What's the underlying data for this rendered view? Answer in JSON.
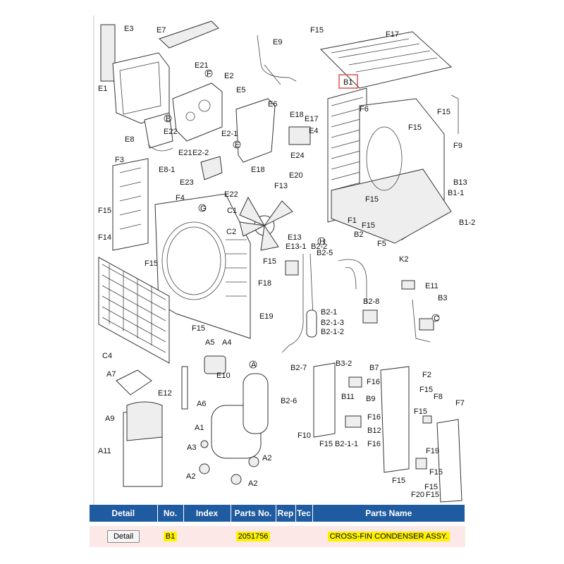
{
  "diagram": {
    "labels": {
      "E3": "E3",
      "E7": "E7",
      "E9": "E9",
      "F15a": "F15",
      "F17": "F17",
      "E21a": "E21",
      "E2": "E2",
      "E1": "E1",
      "E5": "E5",
      "B1": "B1",
      "E6": "E6",
      "E18a": "E18",
      "E17": "E17",
      "E4": "E4",
      "E2_1": "E2-1",
      "E8": "E8",
      "E22a": "E22",
      "E21b": "E21",
      "E2_2": "E2-2",
      "E24": "E24",
      "F6": "F6",
      "F15b": "F15",
      "F15c": "F15",
      "F9": "F9",
      "F3": "F3",
      "E8_1": "E8-1",
      "E18b": "E18",
      "E20": "E20",
      "E23": "E23",
      "E22b": "E22",
      "F13": "F13",
      "B13": "B13",
      "B1_1": "B1-1",
      "F4": "F4",
      "F15d": "F15",
      "C1": "C1",
      "F15e": "F15",
      "F1": "F1",
      "F15f": "F15",
      "B1_2": "B1-2",
      "F14": "F14",
      "C2": "C2",
      "B2": "B2",
      "F5": "F5",
      "E13": "E13",
      "E13_1": "E13-1",
      "B2_2": "B2-2",
      "B2_5": "B2-5",
      "K2": "K2",
      "F15g": "F15",
      "F15h": "F15",
      "F18": "F18",
      "E11": "E11",
      "B3": "B3",
      "E19": "E19",
      "B2_1": "B2-1",
      "B2_8": "B2-8",
      "B2_1_3": "B2-1-3",
      "B2_1_2": "B2-1-2",
      "F15i": "F15",
      "C4": "C4",
      "A5": "A5",
      "A4": "A4",
      "A7": "A7",
      "E10": "E10",
      "B2_7": "B2-7",
      "B3_2": "B3-2",
      "B7": "B7",
      "F2": "F2",
      "F16a": "F16",
      "E12": "E12",
      "B11": "B11",
      "B9": "B9",
      "F15j": "F15",
      "F8": "F8",
      "F7": "F7",
      "A6": "A6",
      "B2_6": "B2-6",
      "F15k": "F15",
      "A9": "A9",
      "F16b": "F16",
      "B12": "B12",
      "A1": "A1",
      "F10": "F10",
      "F15l": "F15",
      "B2_1_1": "B2-1-1",
      "F16c": "F16",
      "F19": "F19",
      "A3": "A3",
      "A11": "A11",
      "A2a": "A2",
      "A2b": "A2",
      "A2c": "A2",
      "F15m": "F15",
      "F15n": "F15",
      "F15o": "F15",
      "F20": "F20",
      "F15p": "F15",
      "F": "F",
      "B": "B",
      "E": "E",
      "G": "G",
      "H": "H",
      "A": "A",
      "C": "C"
    }
  },
  "table": {
    "headers": [
      "Detail",
      "No.",
      "Index",
      "Parts No.",
      "Rep",
      "Tec",
      "Parts Name"
    ],
    "rows": [
      {
        "detail_button": "Detail",
        "no": "B1",
        "index": "",
        "parts_no": "2051756",
        "rep": "",
        "tec": "",
        "parts_name": "CROSS-FIN CONDENSER ASSY."
      }
    ]
  },
  "colors": {
    "header_bg": "#1f5ba0",
    "row_bg": "#fde8e8",
    "highlight": "#fff200",
    "callout_border": "#e05050"
  }
}
